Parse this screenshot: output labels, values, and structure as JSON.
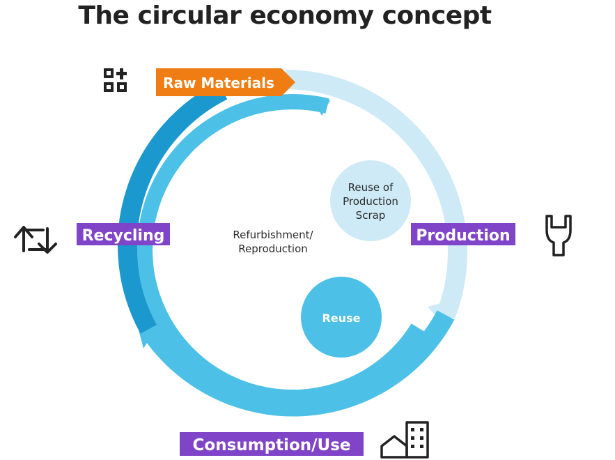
{
  "title": "The circular economy concept",
  "stages": {
    "raw_materials": "Raw Materials",
    "production": "Production",
    "consumption": "Consumption/Use",
    "recycling": "Recycling"
  },
  "inner_labels": {
    "reuse_scrap_line1": "Reuse of",
    "reuse_scrap_line2": "Production",
    "reuse_scrap_line3": "Scrap",
    "refurb_line1": "Refurbishment/",
    "refurb_line2": "Reproduction",
    "reuse": "Reuse"
  },
  "icons": {
    "raw_materials": "blocks-plus-icon",
    "production": "wrench-icon",
    "consumption": "city-buildings-icon",
    "recycling": "recycle-arrows-icon"
  },
  "colors": {
    "accent_orange": "#ef7d14",
    "label_purple": "#7f44c8",
    "outer_pale": "#cdeaf6",
    "mid_blue": "#4cc0e6",
    "dark_blue": "#1b98ce",
    "inner_circle_pale": "#cdeaf6",
    "inner_circle_blue": "#4cc0e6"
  }
}
